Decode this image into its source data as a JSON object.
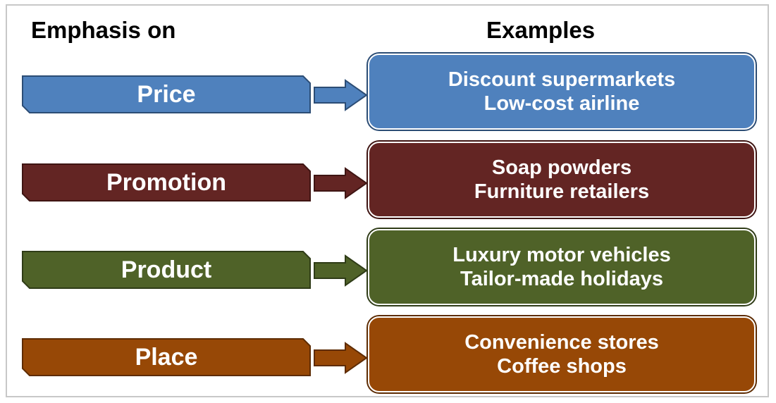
{
  "headers": {
    "left": "Emphasis on",
    "right": "Examples"
  },
  "rows": [
    {
      "label": "Price",
      "examples": [
        "Discount supermarkets",
        "Low-cost airline"
      ],
      "fill": "#4f81bd",
      "stroke": "#2c4d75",
      "text_color": "#ffffff"
    },
    {
      "label": "Promotion",
      "examples": [
        "Soap powders",
        "Furniture retailers"
      ],
      "fill": "#632523",
      "stroke": "#3f1513",
      "text_color": "#ffffff"
    },
    {
      "label": "Product",
      "examples": [
        "Luxury motor vehicles",
        "Tailor-made holidays"
      ],
      "fill": "#4f6228",
      "stroke": "#2f3c17",
      "text_color": "#ffffff"
    },
    {
      "label": "Place",
      "examples": [
        "Convenience stores",
        "Coffee shops"
      ],
      "fill": "#974806",
      "stroke": "#5e2c03",
      "text_color": "#ffffff"
    }
  ]
}
